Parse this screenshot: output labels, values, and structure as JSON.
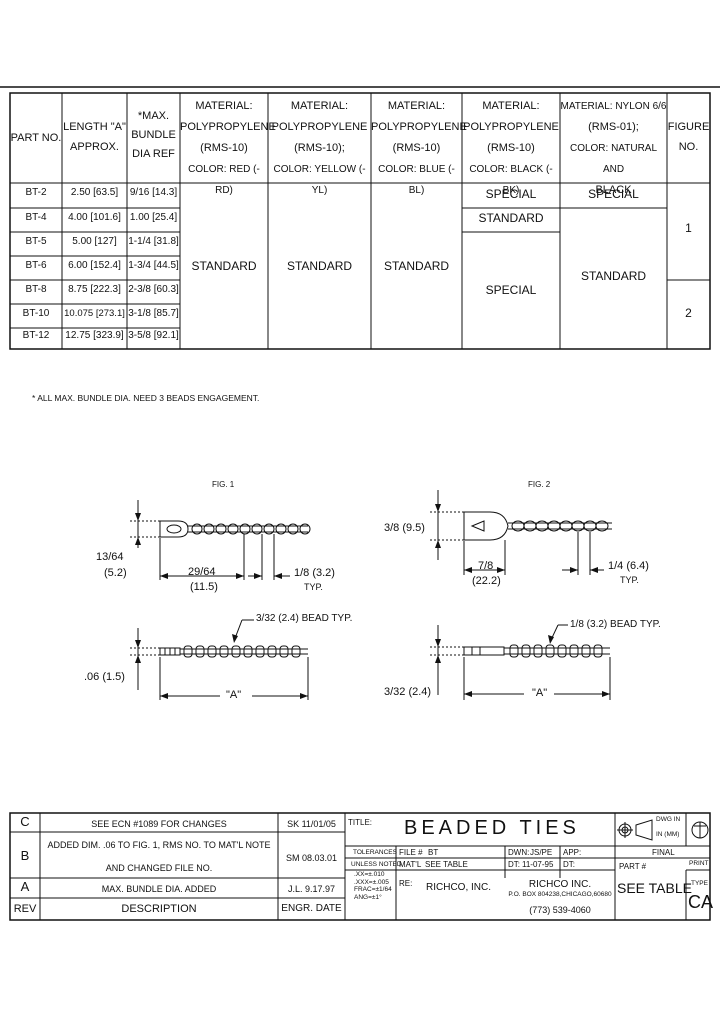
{
  "table": {
    "headers": [
      [
        "PART NO."
      ],
      [
        "LENGTH \"A\"",
        "APPROX."
      ],
      [
        "*MAX.",
        "BUNDLE",
        "DIA REF"
      ],
      [
        "MATERIAL:",
        "POLYPROPYLENE",
        "(RMS-10)",
        "COLOR: RED (-RD)"
      ],
      [
        "MATERIAL:",
        "POLYPROPYLENE",
        "(RMS-10);",
        "COLOR: YELLOW (-YL)"
      ],
      [
        "MATERIAL:",
        "POLYPROPYLENE",
        "(RMS-10)",
        "COLOR: BLUE (-BL)"
      ],
      [
        "MATERIAL:",
        "POLYPROPYLENE",
        "(RMS-10)",
        "COLOR: BLACK (-BK)"
      ],
      [
        "MATERIAL: NYLON 6/6",
        "(RMS-01);",
        "COLOR: NATURAL AND",
        "BLACK"
      ],
      [
        "FIGURE",
        "NO."
      ]
    ],
    "rows": [
      {
        "part": "BT-2",
        "length": "2.50 [63.5]",
        "dia": "9/16 [14.3]"
      },
      {
        "part": "BT-4",
        "length": "4.00 [101.6]",
        "dia": "1.00 [25.4]"
      },
      {
        "part": "BT-5",
        "length": "5.00 [127]",
        "dia": "1-1/4 [31.8]"
      },
      {
        "part": "BT-6",
        "length": "6.00 [152.4]",
        "dia": "1-3/4 [44.5]"
      },
      {
        "part": "BT-8",
        "length": "8.75 [222.3]",
        "dia": "2-3/8 [60.3]"
      },
      {
        "part": "BT-10",
        "length": "10.075 [273.1]",
        "dia": "3-1/8 [85.7]"
      },
      {
        "part": "BT-12",
        "length": "12.75 [323.9]",
        "dia": "3-5/8 [92.1]"
      }
    ],
    "standard": "STANDARD",
    "special": "SPECIAL",
    "fig1": "1",
    "fig2": "2"
  },
  "note": "* ALL MAX. BUNDLE DIA. NEED 3 BEADS ENGAGEMENT.",
  "figures": {
    "fig1": {
      "title": "FIG. 1",
      "dim_height": "13/64",
      "dim_height_mm": "(5.2)",
      "dim_head": "29/64",
      "dim_head_mm": "(11.5)",
      "dim_pitch": "1/8 (3.2)",
      "dim_pitch_typ": "TYP.",
      "bead": "3/32 (2.4) BEAD TYP.",
      "thick": ".06 (1.5)",
      "len": "\"A\""
    },
    "fig2": {
      "title": "FIG. 2",
      "dim_height": "3/8 (9.5)",
      "dim_head": "7/8",
      "dim_head_mm": "(22.2)",
      "dim_pitch": "1/4 (6.4)",
      "dim_pitch_typ": "TYP.",
      "bead": "1/8 (3.2) BEAD TYP.",
      "thick": "3/32 (2.4)",
      "len": "\"A\""
    }
  },
  "revisions": [
    {
      "rev": "C",
      "desc": [
        "SEE ECN #1089 FOR CHANGES"
      ],
      "engr": "SK 11/01/05"
    },
    {
      "rev": "B",
      "desc": [
        "ADDED DIM. .06 TO FIG. 1, RMS NO. TO MAT'L NOTE",
        "AND CHANGED FILE NO."
      ],
      "engr": "SM 08.03.01"
    },
    {
      "rev": "A",
      "desc": [
        "MAX. BUNDLE DIA. ADDED"
      ],
      "engr": "J.L. 9.17.97"
    }
  ],
  "rev_header": {
    "rev": "REV",
    "desc": "DESCRIPTION",
    "engr": "ENGR.  DATE"
  },
  "title_block": {
    "title_label": "TITLE:",
    "title": "BEADED TIES",
    "tolerances": "TOLERANCES",
    "unless": "UNLESS NOTED",
    "tol_lines": [
      ".XX=±.010",
      ".XXX=±.005",
      "FRAC=±1/64",
      "ANG=±1°"
    ],
    "file_label": "FILE #",
    "file": "BT",
    "matl_label": "MAT'L",
    "matl": "SEE TABLE",
    "dwn_label": "DWN:",
    "dwn": "JS/PE",
    "app_label": "APP:",
    "dt_label": "DT:",
    "dt": "11-07-95",
    "dt2_label": "DT:",
    "re_label": "RE:",
    "re": "RICHCO, INC.",
    "company": "RICHCO INC.",
    "address": "P.O. BOX 804238,CHICAGO,60680",
    "phone": "(773) 539-4060",
    "dwg_in": "DWG IN",
    "in_mm": "IN (MM)",
    "final": "FINAL",
    "part_label": "PART #",
    "part": "SEE TABLE",
    "print_type": [
      "PRINT",
      "TYPE"
    ],
    "ca": "CA"
  }
}
